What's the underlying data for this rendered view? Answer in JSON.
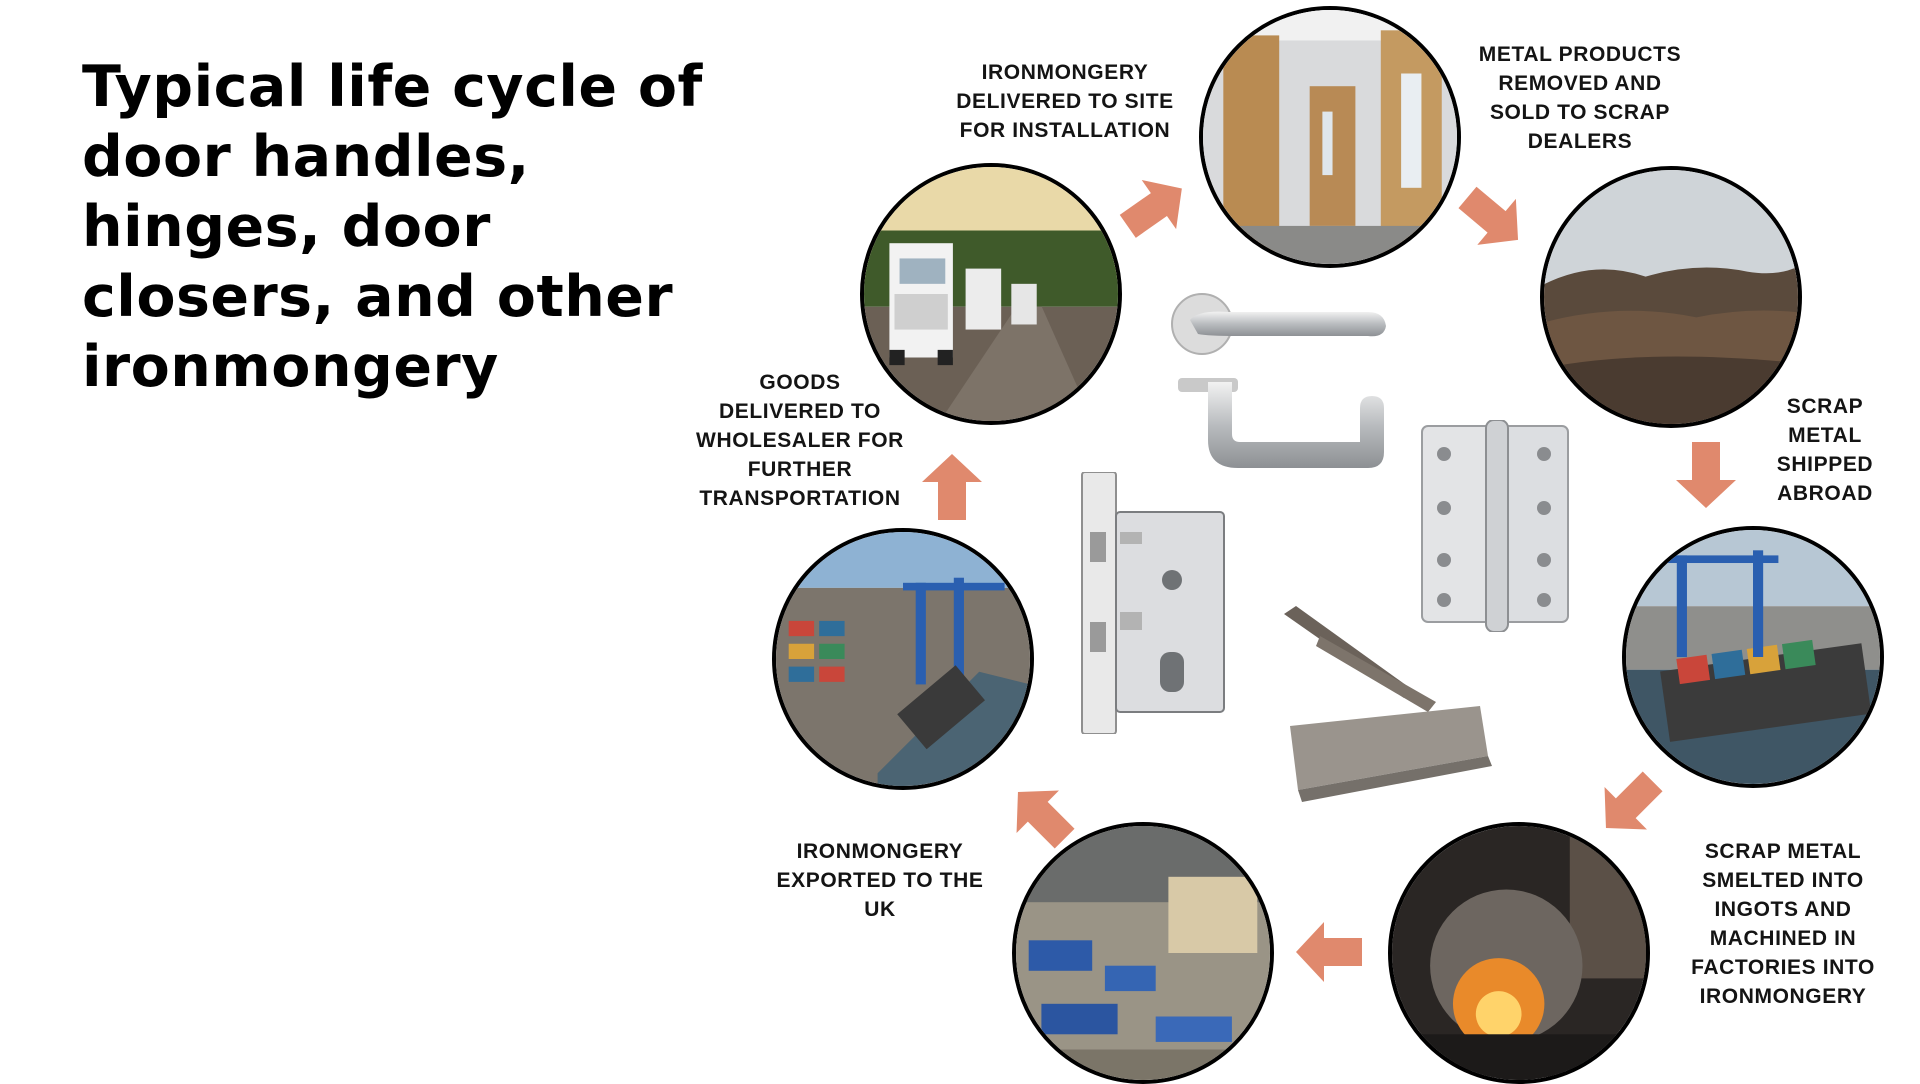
{
  "title_lines": [
    "Typical life cycle of",
    "door handles,",
    "hinges, door",
    "closers, and other",
    "ironmongery"
  ],
  "stages": [
    {
      "lines": [
        "IRONMONGERY",
        "DELIVERED TO SITE",
        "FOR INSTALLATION"
      ],
      "photo": "door-interior-photo"
    },
    {
      "lines": [
        "METAL PRODUCTS",
        "REMOVED AND",
        "SOLD TO SCRAP",
        "DEALERS"
      ],
      "photo": "scrap-heap-photo"
    },
    {
      "lines": [
        "SCRAP",
        "METAL",
        "SHIPPED",
        "ABROAD"
      ],
      "photo": "container-ship-photo"
    },
    {
      "lines": [
        "SCRAP METAL",
        "SMELTED INTO",
        "INGOTS AND",
        "MACHINED IN",
        "FACTORIES INTO",
        "IRONMONGERY"
      ],
      "photo": "furnace-photo"
    },
    {
      "lines": [
        "IRONMONGERY",
        "EXPORTED TO THE",
        "UK"
      ],
      "photo": "factory-floor-photo"
    },
    {
      "lines": [
        "GOODS",
        "DELIVERED TO",
        "WHOLESALER FOR",
        "FURTHER",
        "TRANSPORTATION"
      ],
      "photo": "container-port-photo"
    }
  ],
  "colors": {
    "arrow": "#E0896D",
    "border": "#000000",
    "text": "#141414"
  },
  "center_products": [
    "lever-handle-icon",
    "mortice-lock-icon",
    "hinge-icon",
    "door-closer-icon"
  ]
}
